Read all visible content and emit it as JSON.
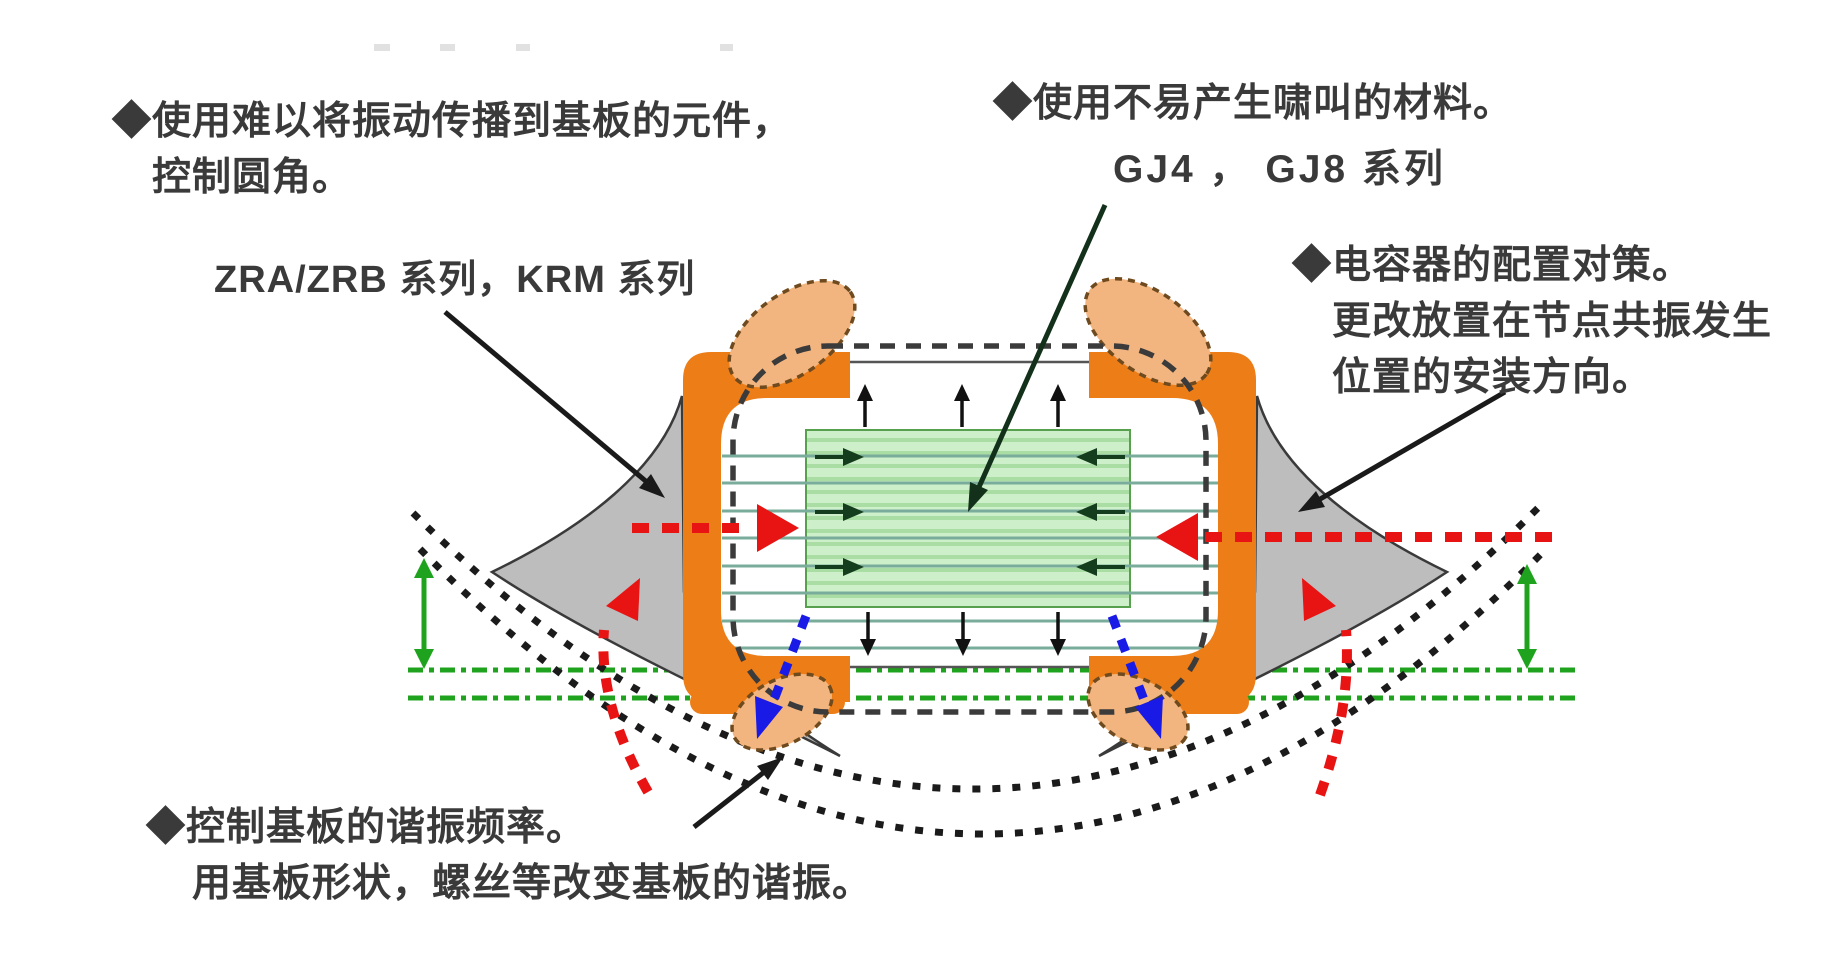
{
  "annotations": {
    "component_mount": {
      "line1": "◆使用难以将振动传播到基板的元件，",
      "line2": "控制圆角。"
    },
    "series_label": "ZRA/ZRB 系列，KRM 系列",
    "material": {
      "line1": "◆使用不易产生啸叫的材料。",
      "line2": "GJ4 ， GJ8 系列"
    },
    "placement": {
      "line1": "◆电容器的配置对策。",
      "line2": "更改放置在节点共振发生",
      "line3": "位置的安装方向。"
    },
    "board_resonance": {
      "line1": "◆控制基板的谐振频率。",
      "line2": "用基板形状，螺丝等改变基板的谐振。"
    }
  },
  "colors": {
    "text": "#3A3A3A",
    "termination-orange": "#ED7D17",
    "solder-gray": "#BDBDBD",
    "fillet-peach": "#F3B57F",
    "blob-border": "#6E4A1E",
    "active-green": "#CDEFC9",
    "active-stripe": "#A9DDA3",
    "active-border": "#57A04E",
    "electrode-teal": "#79AC9B",
    "inner-arrow-green": "#143D1E",
    "vibration-red": "#E81414",
    "node-blue": "#1A1AE6",
    "displacement-green": "#1FA31F",
    "outline-dark": "#3B3B3B",
    "board-dot": "#1B1B1B",
    "leader-black": "#1A1A1A",
    "leader-darkgreen": "#12301A"
  }
}
